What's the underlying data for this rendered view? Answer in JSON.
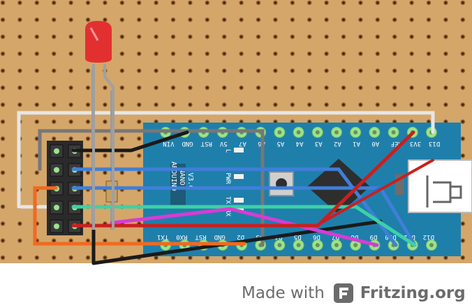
{
  "board": {
    "label_top": [
      "D13",
      "3V3",
      "REF",
      "A0",
      "A1",
      "A2",
      "A3",
      "A4",
      "A5",
      "A6",
      "A7",
      "5V",
      "RST",
      "GND",
      "VIN"
    ],
    "label_bottom": [
      "D12",
      "D11",
      "D10",
      "D9",
      "D8",
      "D7",
      "D6",
      "D5",
      "D4",
      "D3",
      "D2",
      "GND",
      "RST",
      "RX0",
      "TX1"
    ],
    "mid_labels": [
      "L",
      "PWR",
      "TX",
      "RX"
    ],
    "chip_text": [
      "ARDUINO",
      "NANO",
      "V3.0"
    ]
  },
  "colors": {
    "perfboard": "#d4a66a",
    "board": "#1f7fab",
    "pad": "#9be38d",
    "wire_white": "#e0e0e0",
    "wire_gray": "#6e6e6e",
    "wire_black": "#1a1a1a",
    "wire_blue": "#3f7fd8",
    "wire_teal": "#3dd1a7",
    "wire_red": "#c8201e",
    "wire_magenta": "#d63cd3",
    "wire_orange": "#f06a20",
    "led": "#e23030"
  },
  "credit": {
    "made_with": "Made with",
    "brand": "Fritzing.org",
    "logo_icon": "fritzing-logo-icon"
  }
}
